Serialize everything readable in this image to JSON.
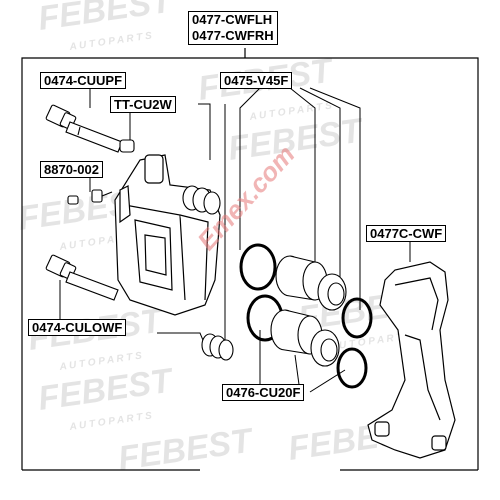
{
  "watermark": {
    "brand": "FEBEST",
    "sub": "A U T O   P A R T S"
  },
  "stamp_text": "Emex.com",
  "labels": {
    "top_line1": "0477-CWFLH",
    "top_line2": "0477-CWFRH",
    "cuupf": "0474-CUUPF",
    "v45f": "0475-V45F",
    "ttcu2w": "TT-CU2W",
    "n8870": "8870-002",
    "cwf": "0477C-CWF",
    "culowf": "0474-CULOWF",
    "cu20f": "0476-CU20F"
  },
  "colors": {
    "line": "#000000",
    "watermark": "#e2e2e2",
    "stamp": "#e87878"
  }
}
